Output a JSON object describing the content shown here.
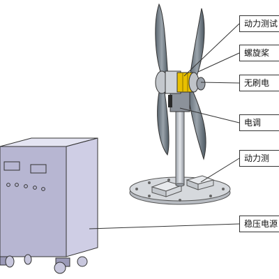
{
  "labels": [
    {
      "id": "power-test",
      "text": "动力测试"
    },
    {
      "id": "propeller",
      "text": "螺旋桨"
    },
    {
      "id": "brushless",
      "text": "无刷电"
    },
    {
      "id": "esc",
      "text": "电调"
    },
    {
      "id": "power-source",
      "text": "动力测"
    },
    {
      "id": "regulated-supply",
      "text": "稳压电源"
    }
  ]
}
